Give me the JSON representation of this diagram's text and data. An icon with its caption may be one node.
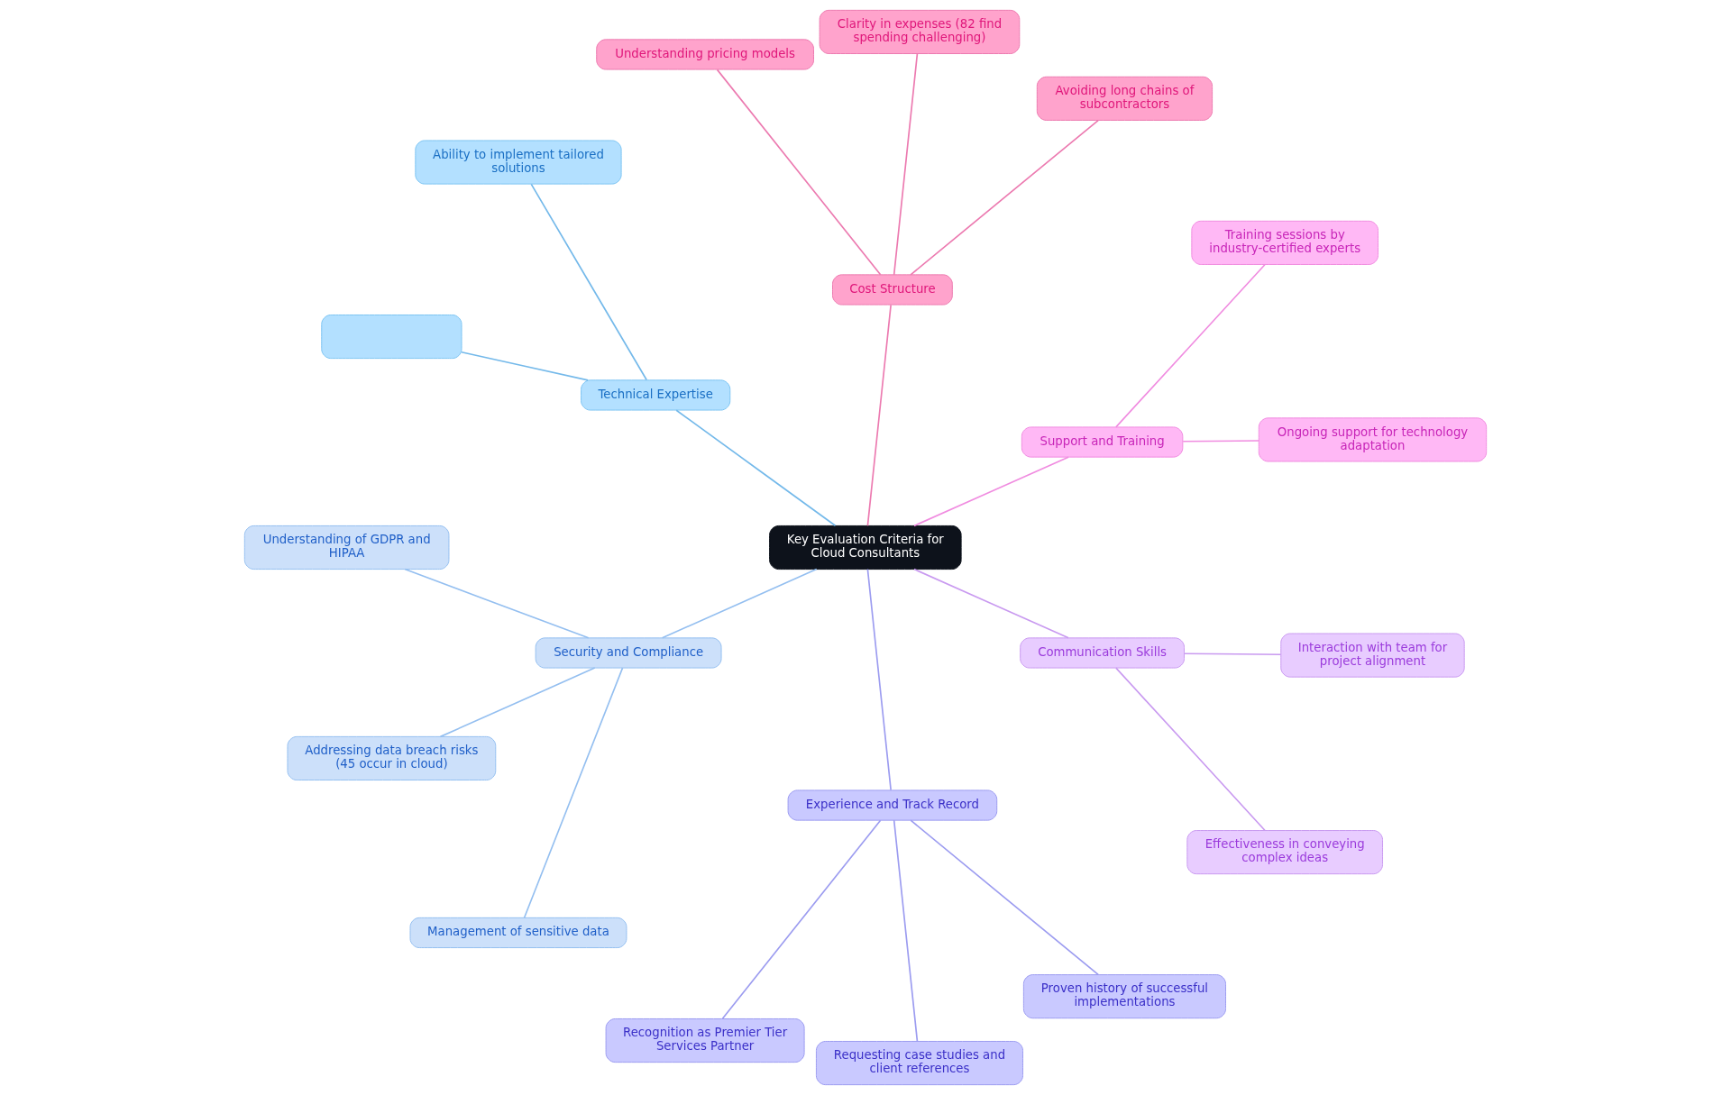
{
  "diagram": {
    "nodes": [
      {
        "text": [
          "Key Evaluation Criteria for Cloud Consultants"
        ]
      },
      {
        "text": [
          "Support and Training"
        ]
      },
      {
        "text": [
          "Ongoing support for technology adaptation"
        ]
      },
      {
        "text": [
          "Training sessions by industry-certified experts"
        ]
      },
      {
        "text": [
          "Cost Structure"
        ]
      },
      {
        "text": [
          "Avoiding long chains of subcontractors"
        ]
      },
      {
        "text": [
          "Clarity in expenses (82 find spending challenging)"
        ]
      },
      {
        "text": [
          "Understanding pricing models"
        ]
      },
      {
        "text": [
          "Technical Expertise"
        ]
      },
      {
        "text": [
          "Ability to implement tailored solutions"
        ]
      },
      {
        "text": [],
        "shape": "box"
      },
      {
        "text": [
          "Security and Compliance"
        ]
      },
      {
        "text": [
          "Understanding of GDPR and HIPAA"
        ]
      },
      {
        "text": [
          "Addressing data breach risks (45 occur in cloud)"
        ]
      },
      {
        "text": [
          "Management of sensitive data"
        ]
      },
      {
        "text": [
          "Experience and Track Record"
        ]
      },
      {
        "text": [
          "Recognition as Premier Tier Services Partner"
        ]
      },
      {
        "text": [
          "Requesting case studies and client references"
        ]
      },
      {
        "text": [
          "Proven history of successful implementations"
        ]
      },
      {
        "text": [
          "Communication Skills"
        ]
      },
      {
        "text": [
          "Effectiveness in conveying complex ideas"
        ]
      },
      {
        "text": [
          "Interaction with team for project alignment"
        ]
      }
    ],
    "edges": [
      {
        "from": 0,
        "to": 1,
        "arrow": "none",
        "color": "#f08ce0"
      },
      {
        "from": 1,
        "to": 2,
        "arrow": "none",
        "color": "#f08ce0"
      },
      {
        "from": 1,
        "to": 3,
        "arrow": "none",
        "color": "#f08ce0"
      },
      {
        "from": 0,
        "to": 4,
        "arrow": "none",
        "color": "#ec7ab0"
      },
      {
        "from": 4,
        "to": 5,
        "arrow": "none",
        "color": "#ec7ab0"
      },
      {
        "from": 4,
        "to": 6,
        "arrow": "none",
        "color": "#ec7ab0"
      },
      {
        "from": 4,
        "to": 7,
        "arrow": "none",
        "color": "#ec7ab0"
      },
      {
        "from": 0,
        "to": 8,
        "arrow": "none",
        "color": "#74b9ea"
      },
      {
        "from": 8,
        "to": 9,
        "arrow": "none",
        "color": "#74b9ea"
      },
      {
        "from": 8,
        "to": 10,
        "arrow": "none",
        "color": "#74b9ea"
      },
      {
        "from": 0,
        "to": 11,
        "arrow": "none",
        "color": "#94bff0"
      },
      {
        "from": 11,
        "to": 12,
        "arrow": "none",
        "color": "#94bff0"
      },
      {
        "from": 11,
        "to": 13,
        "arrow": "none",
        "color": "#94bff0"
      },
      {
        "from": 11,
        "to": 14,
        "arrow": "none",
        "color": "#94bff0"
      },
      {
        "from": 0,
        "to": 15,
        "arrow": "none",
        "color": "#9c9cf0"
      },
      {
        "from": 15,
        "to": 16,
        "arrow": "none",
        "color": "#9c9cf0"
      },
      {
        "from": 15,
        "to": 17,
        "arrow": "none",
        "color": "#9c9cf0"
      },
      {
        "from": 15,
        "to": 18,
        "arrow": "none",
        "color": "#9c9cf0"
      },
      {
        "from": 0,
        "to": 19,
        "arrow": "none",
        "color": "#c99af0"
      },
      {
        "from": 19,
        "to": 20,
        "arrow": "none",
        "color": "#c99af0"
      },
      {
        "from": 19,
        "to": 21,
        "arrow": "none",
        "color": "#c99af0"
      }
    ]
  }
}
